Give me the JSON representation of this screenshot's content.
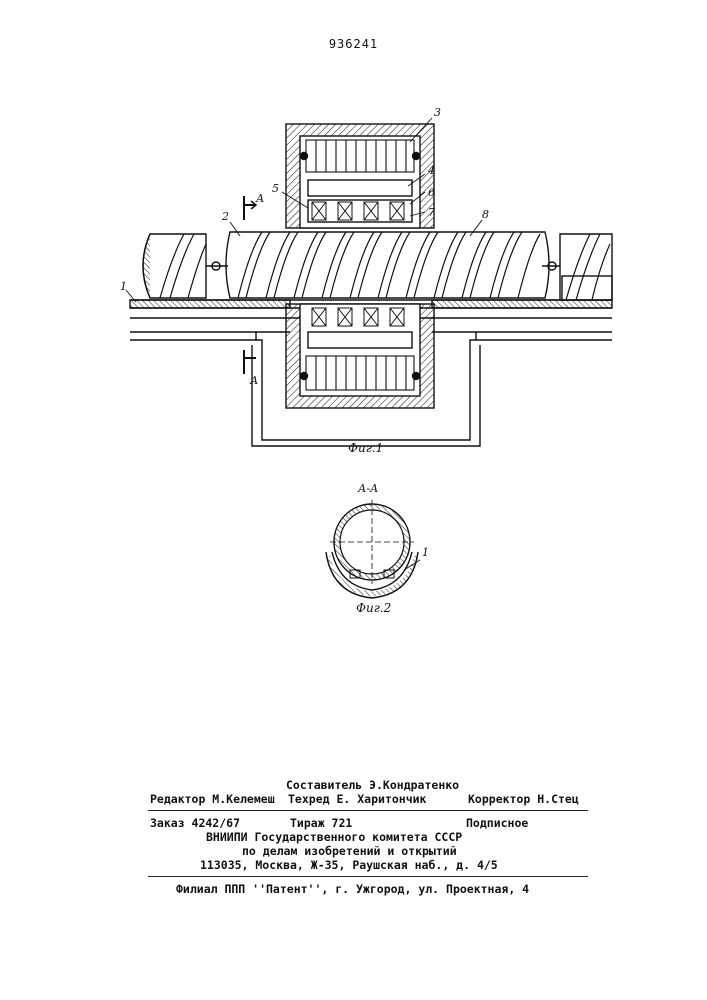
{
  "document": {
    "patent_number": "936241",
    "figure1": {
      "caption": "Фиг.1",
      "labels": [
        "1",
        "2",
        "3",
        "4",
        "5",
        "6",
        "7",
        "8"
      ],
      "section_marker": "А"
    },
    "figure2": {
      "caption": "Фиг.2",
      "section_title": "А-А",
      "label": "1"
    },
    "colophon": {
      "compiler": "Составитель Э.Кондратенко",
      "editor": "Редактор М.Келемеш",
      "techred": "Техред Е. Харитончик",
      "corrector": "Корректор Н.Стец",
      "order": "Заказ 4242/67",
      "circulation": "Тираж 721",
      "subscription": "Подписное",
      "org1": "ВНИИПИ Государственного комитета СССР",
      "org2": "по делам изобретений и открытий",
      "address": "113035, Москва, Ж-35, Раушская наб., д. 4/5",
      "branch": "Филиал ППП ''Патент'', г. Ужгород, ул. Проектная, 4"
    }
  }
}
